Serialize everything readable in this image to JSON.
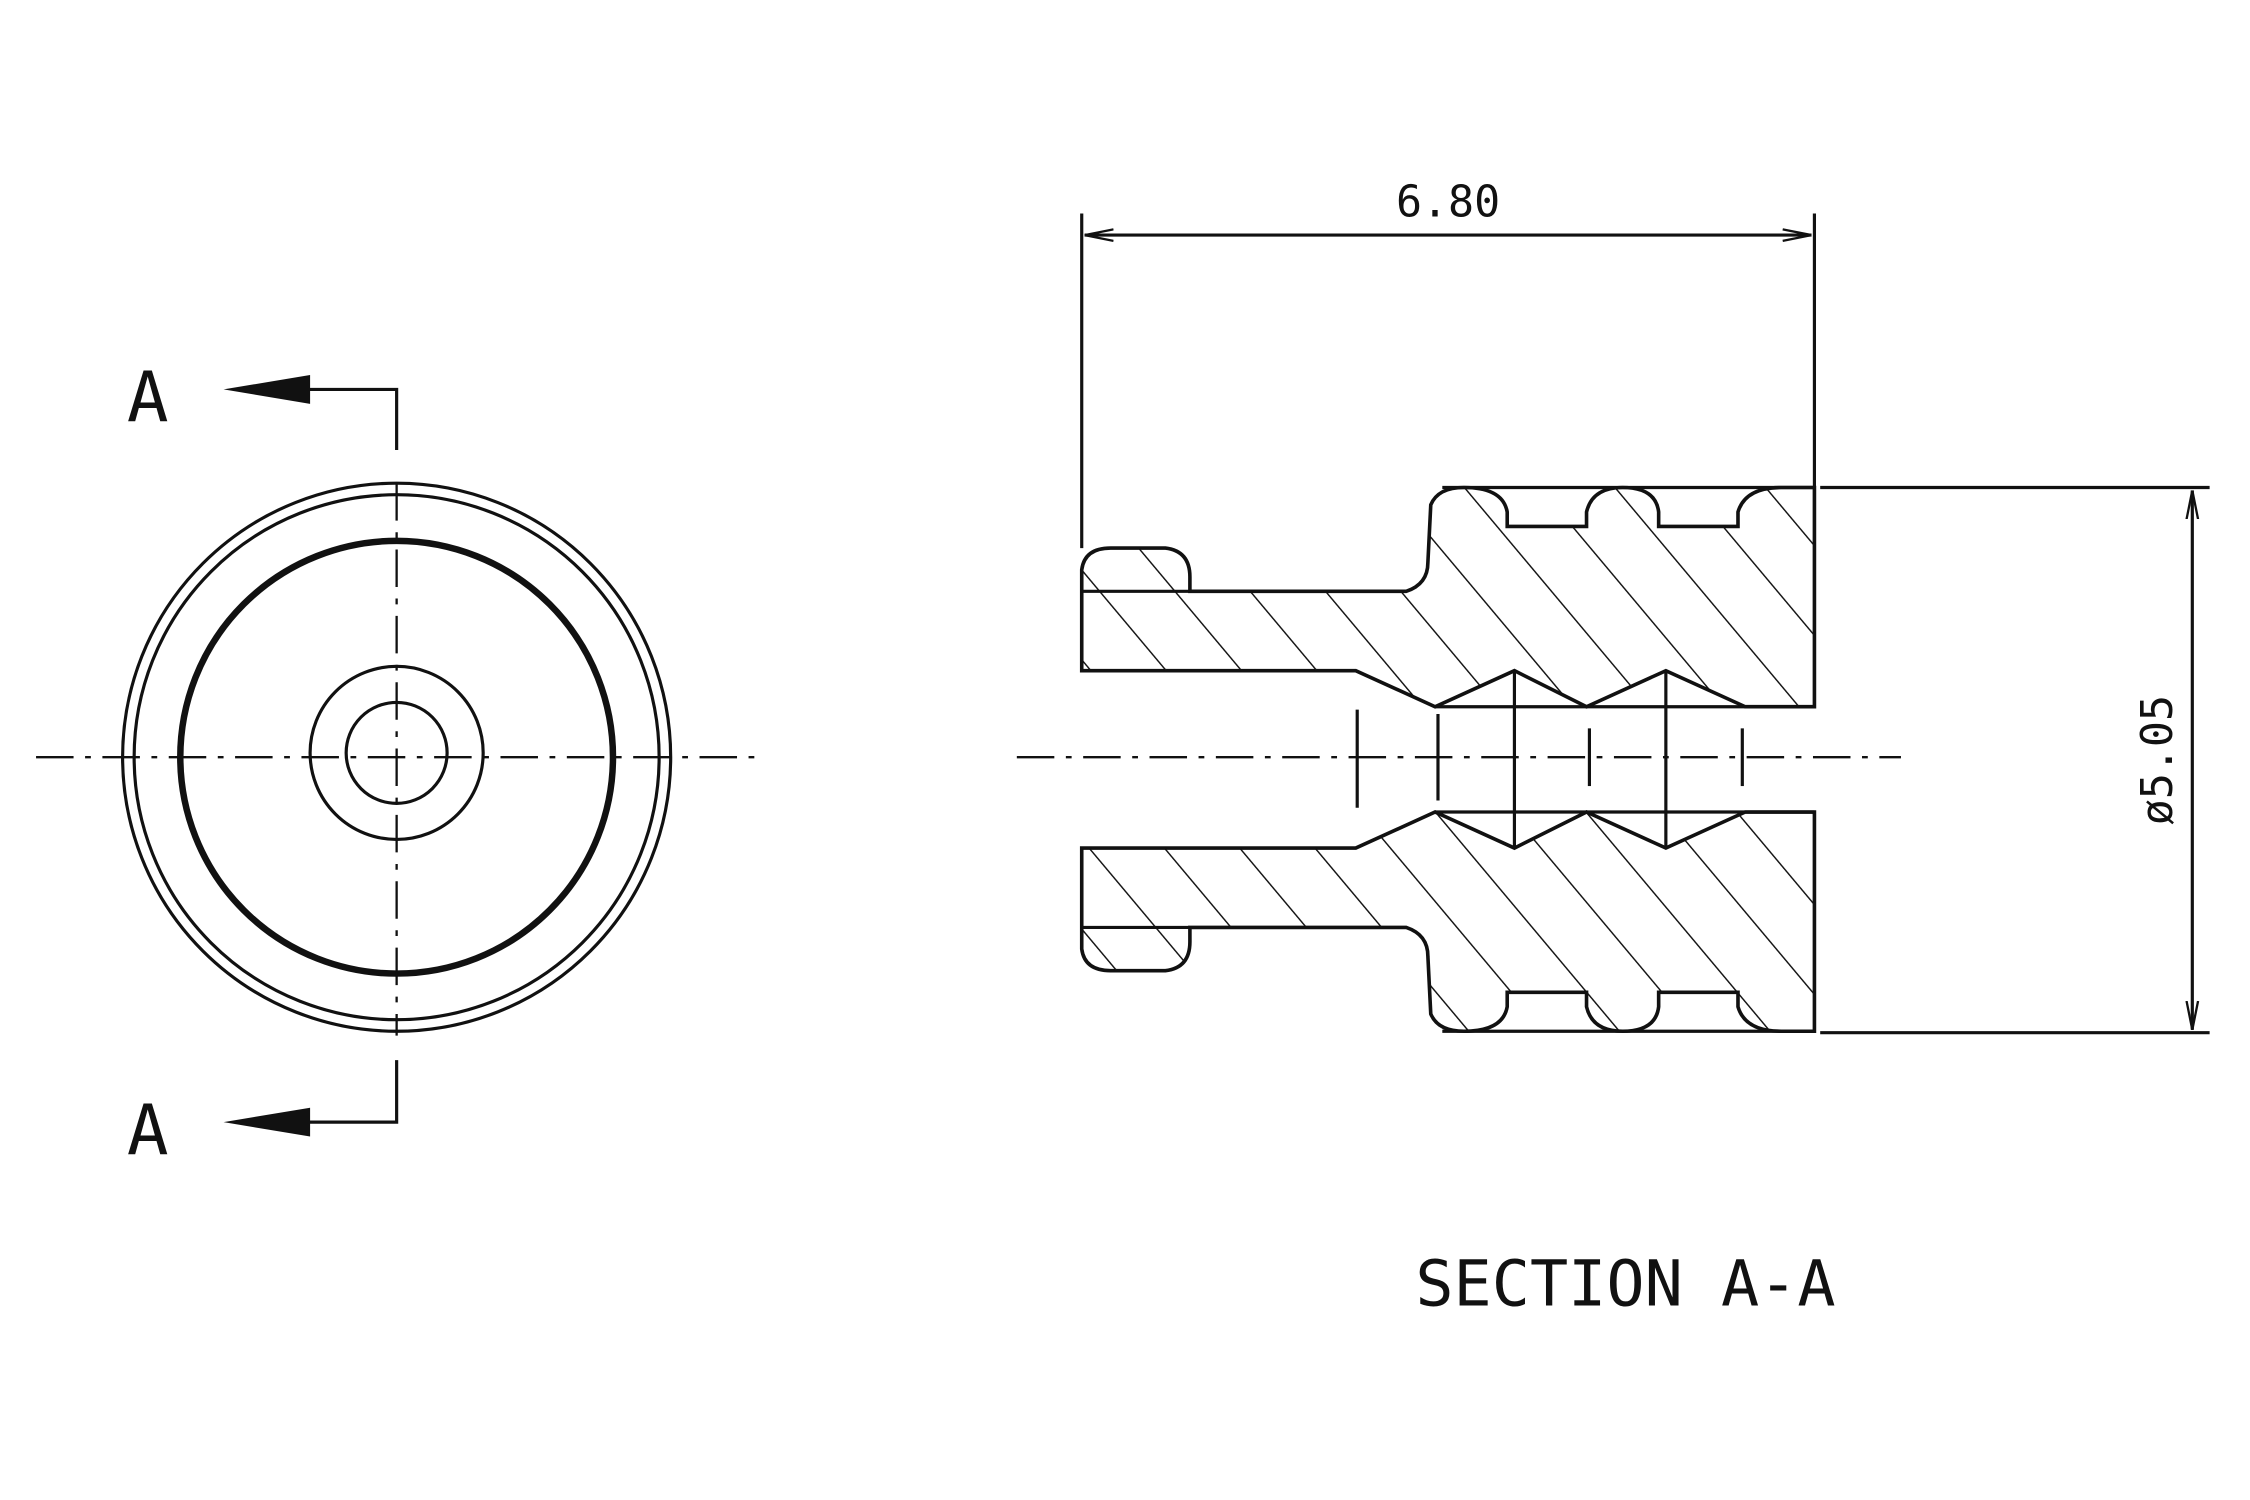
{
  "drawing": {
    "section_marker_top": "A",
    "section_marker_bottom": "A",
    "length_dimension": "6.80",
    "diameter_dimension": "ø5.05",
    "section_title": "SECTION A-A"
  },
  "colors": {
    "line": "#111111",
    "background": "#ffffff"
  }
}
